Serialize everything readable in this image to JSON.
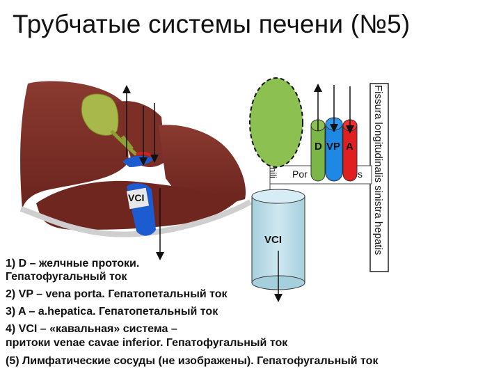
{
  "title": "Трубчатые системы печени (№5)",
  "labels": {
    "vci_liver": "VCI",
    "vci_cylinder": "VCI",
    "d": "D",
    "vp": "VP",
    "a": "A",
    "porta_partial_left": "Por",
    "porta_partial_right": "s",
    "hilus_partial": "hili",
    "fissura": "Fissura longitudinalis sinistra hepatis"
  },
  "colors": {
    "liver": "#7a2e26",
    "gallbladder": "#a9b84a",
    "portal_vein": "#1d5bd1",
    "green_lobe": "#8cc152",
    "duct_green": "#7ab648",
    "vein_blue": "#1e88e5",
    "artery_red": "#e02020",
    "vci_cylinder": "#b9dce8"
  },
  "legend": [
    "1) D – желчные протоки.",
    "Гепатофугальный ток",
    "2) VP – vena porta. Гепатопетальный ток",
    "3) A – a.hepatica. Гепатопетальный ток",
    "4) VCI – «кавальная» система –",
    "притоки venae cavae inferior. Гепатофугальный ток",
    "(5) Лимфатические сосуды (не изображены).  Гепатофугальный ток"
  ]
}
